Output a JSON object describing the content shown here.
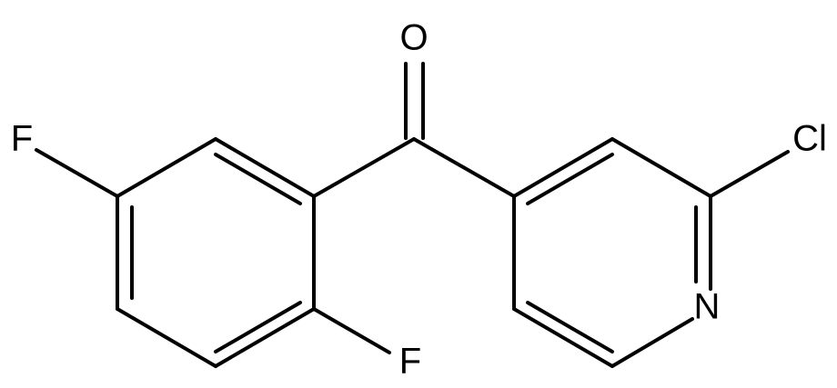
{
  "atoms": {
    "oxygen": "O",
    "fluorine_top": "F",
    "fluorine_bottom": "F",
    "chlorine": "Cl",
    "nitrogen": "N"
  },
  "colors": {
    "bond": "#000000",
    "background": "#ffffff"
  }
}
